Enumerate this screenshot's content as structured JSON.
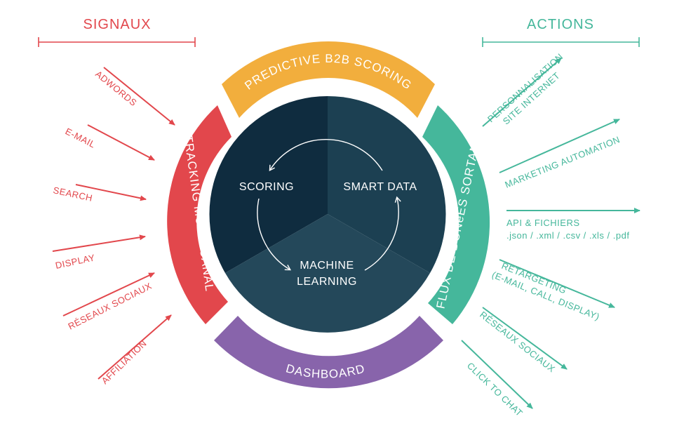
{
  "colors": {
    "signals": "#e2474c",
    "actions": "#45b79b",
    "predictive": "#f2ae3d",
    "dashboard": "#8864ab",
    "core_dark": "#0f2c3f",
    "core_mid": "#1c4052",
    "core_light": "#24485a"
  },
  "headings": {
    "signals": "SIGNAUX",
    "actions": "ACTIONS"
  },
  "ring": {
    "top": "PREDICTIVE B2B SCORING",
    "left": "TRACKING MULTI-CANAL",
    "right": "FLUX DE DONéES SORTANTES",
    "bottom": "DASHBOARD"
  },
  "center": {
    "scoring": "SCORING",
    "smart_data": "SMART DATA",
    "machine_line1": "MACHINE",
    "machine_line2": "LEARNING"
  },
  "signals": [
    "ADWORDS",
    "E-MAIL",
    "SEARCH",
    "DISPLAY",
    "RÉSEAUX SOCIAUX",
    "AFFILIATION"
  ],
  "actions": {
    "perso_line1": "PERSONNALISATION",
    "perso_line2": "SITE INTERNET",
    "marketing": "MARKETING AUTOMATION",
    "api_line1": "API & FICHIERS",
    "api_line2": ".json / .xml / .csv / .xls / .pdf",
    "retarget_line1": "RETARGETING",
    "retarget_line2": "(E-MAIL, CALL, DISPLAY)",
    "social": "RÉSEAUX SOCIAUX",
    "chat": "CLICK TO CHAT"
  }
}
